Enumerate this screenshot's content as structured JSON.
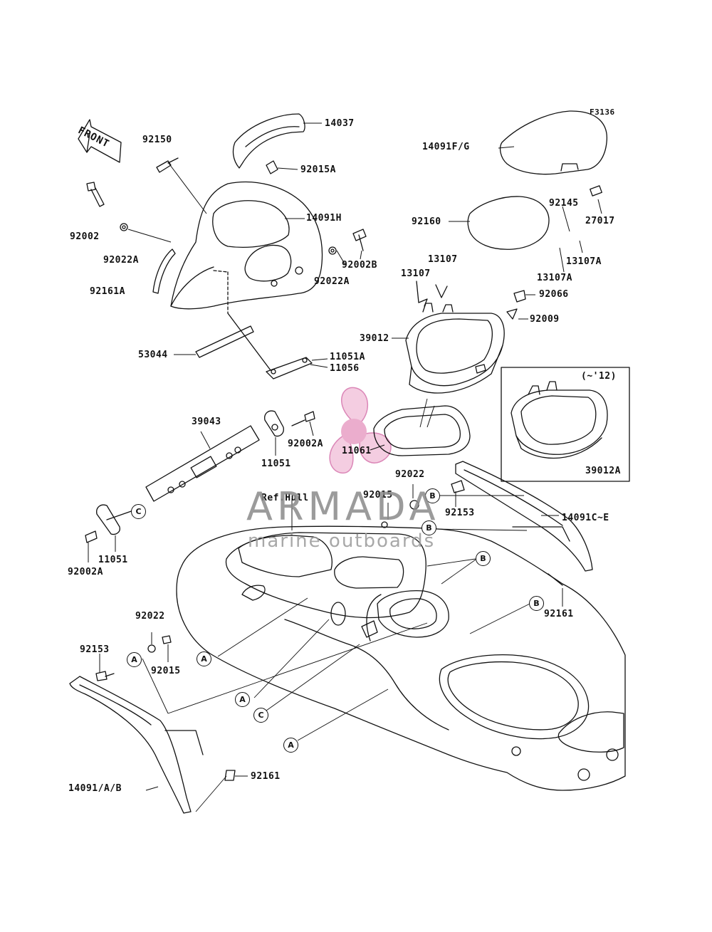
{
  "diagram_code": "F3136",
  "front_label": "FRONT",
  "ref_hull_label": "Ref.Hull",
  "variant_note": "(~'12)",
  "watermark": {
    "title": "ARMADA",
    "subtitle": "marine outboards"
  },
  "parts": {
    "p14037": "14037",
    "p14091fg": "14091F/G",
    "p92150": "92150",
    "p92015a": "92015A",
    "p14091h": "14091H",
    "p92002_top": "92002",
    "p92002b": "92002B",
    "p92022a_left": "92022A",
    "p92022a_right": "92022A",
    "p92161a": "92161A",
    "p92160": "92160",
    "p92145": "92145",
    "p27017": "27017",
    "p13107a_right": "13107A",
    "p13107a_low": "13107A",
    "p13107_a": "13107",
    "p13107_b": "13107",
    "p92066": "92066",
    "p92009": "92009",
    "p39012": "39012",
    "p53044": "53044",
    "p11051a": "11051A",
    "p11056": "11056",
    "p39043": "39043",
    "p92002a_mid": "92002A",
    "p11061": "11061",
    "p11051_mid": "11051",
    "p39012a": "39012A",
    "p92022_mid": "92022",
    "p92015_mid": "92015",
    "p92153_mid": "92153",
    "p14091ce": "14091C~E",
    "p11051_low": "11051",
    "p92002a_low": "92002A",
    "p92161_right": "92161",
    "p92022_low": "92022",
    "p92153_low": "92153",
    "p92015_low": "92015",
    "p92161_low": "92161",
    "p14091ab": "14091/A/B"
  },
  "refs": [
    "A",
    "B",
    "C"
  ]
}
